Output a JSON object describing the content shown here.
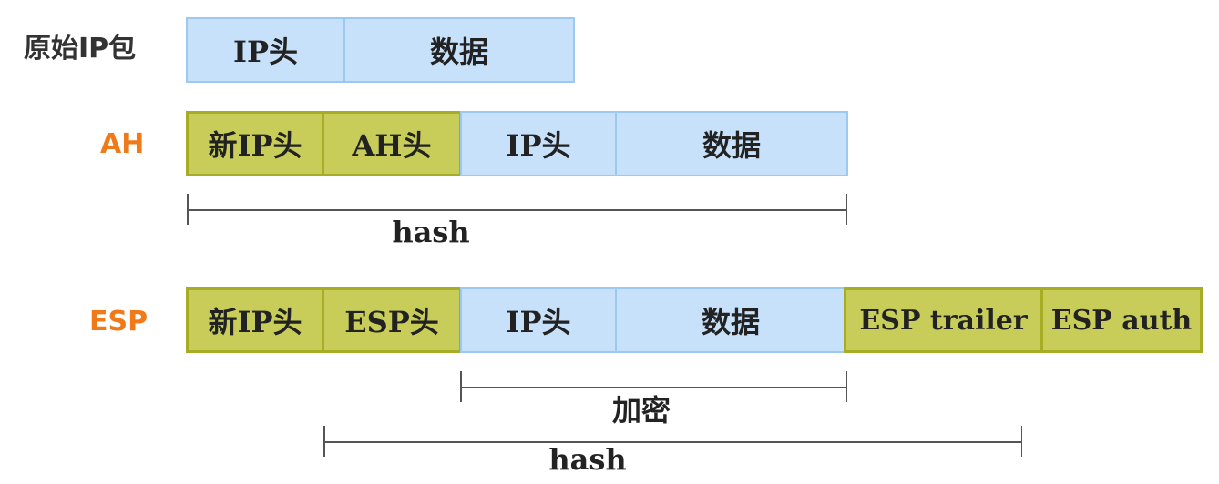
{
  "rows": {
    "original": {
      "label": "原始IP包",
      "segments": [
        "IP头",
        "数据"
      ]
    },
    "ah": {
      "label": "AH",
      "segments": [
        "新IP头",
        "AH头",
        "IP头",
        "数据"
      ],
      "hash_label": "hash"
    },
    "esp": {
      "label": "ESP",
      "segments": [
        "新IP头",
        "ESP头",
        "IP头",
        "数据",
        "ESP trailer",
        "ESP auth"
      ],
      "encrypt_label": "加密",
      "hash_label": "hash"
    }
  },
  "colors": {
    "original_block": "#c7e1fb",
    "added_block": "#c8cd5a",
    "protocol_label": "#f07a1a",
    "text": "#222222"
  }
}
